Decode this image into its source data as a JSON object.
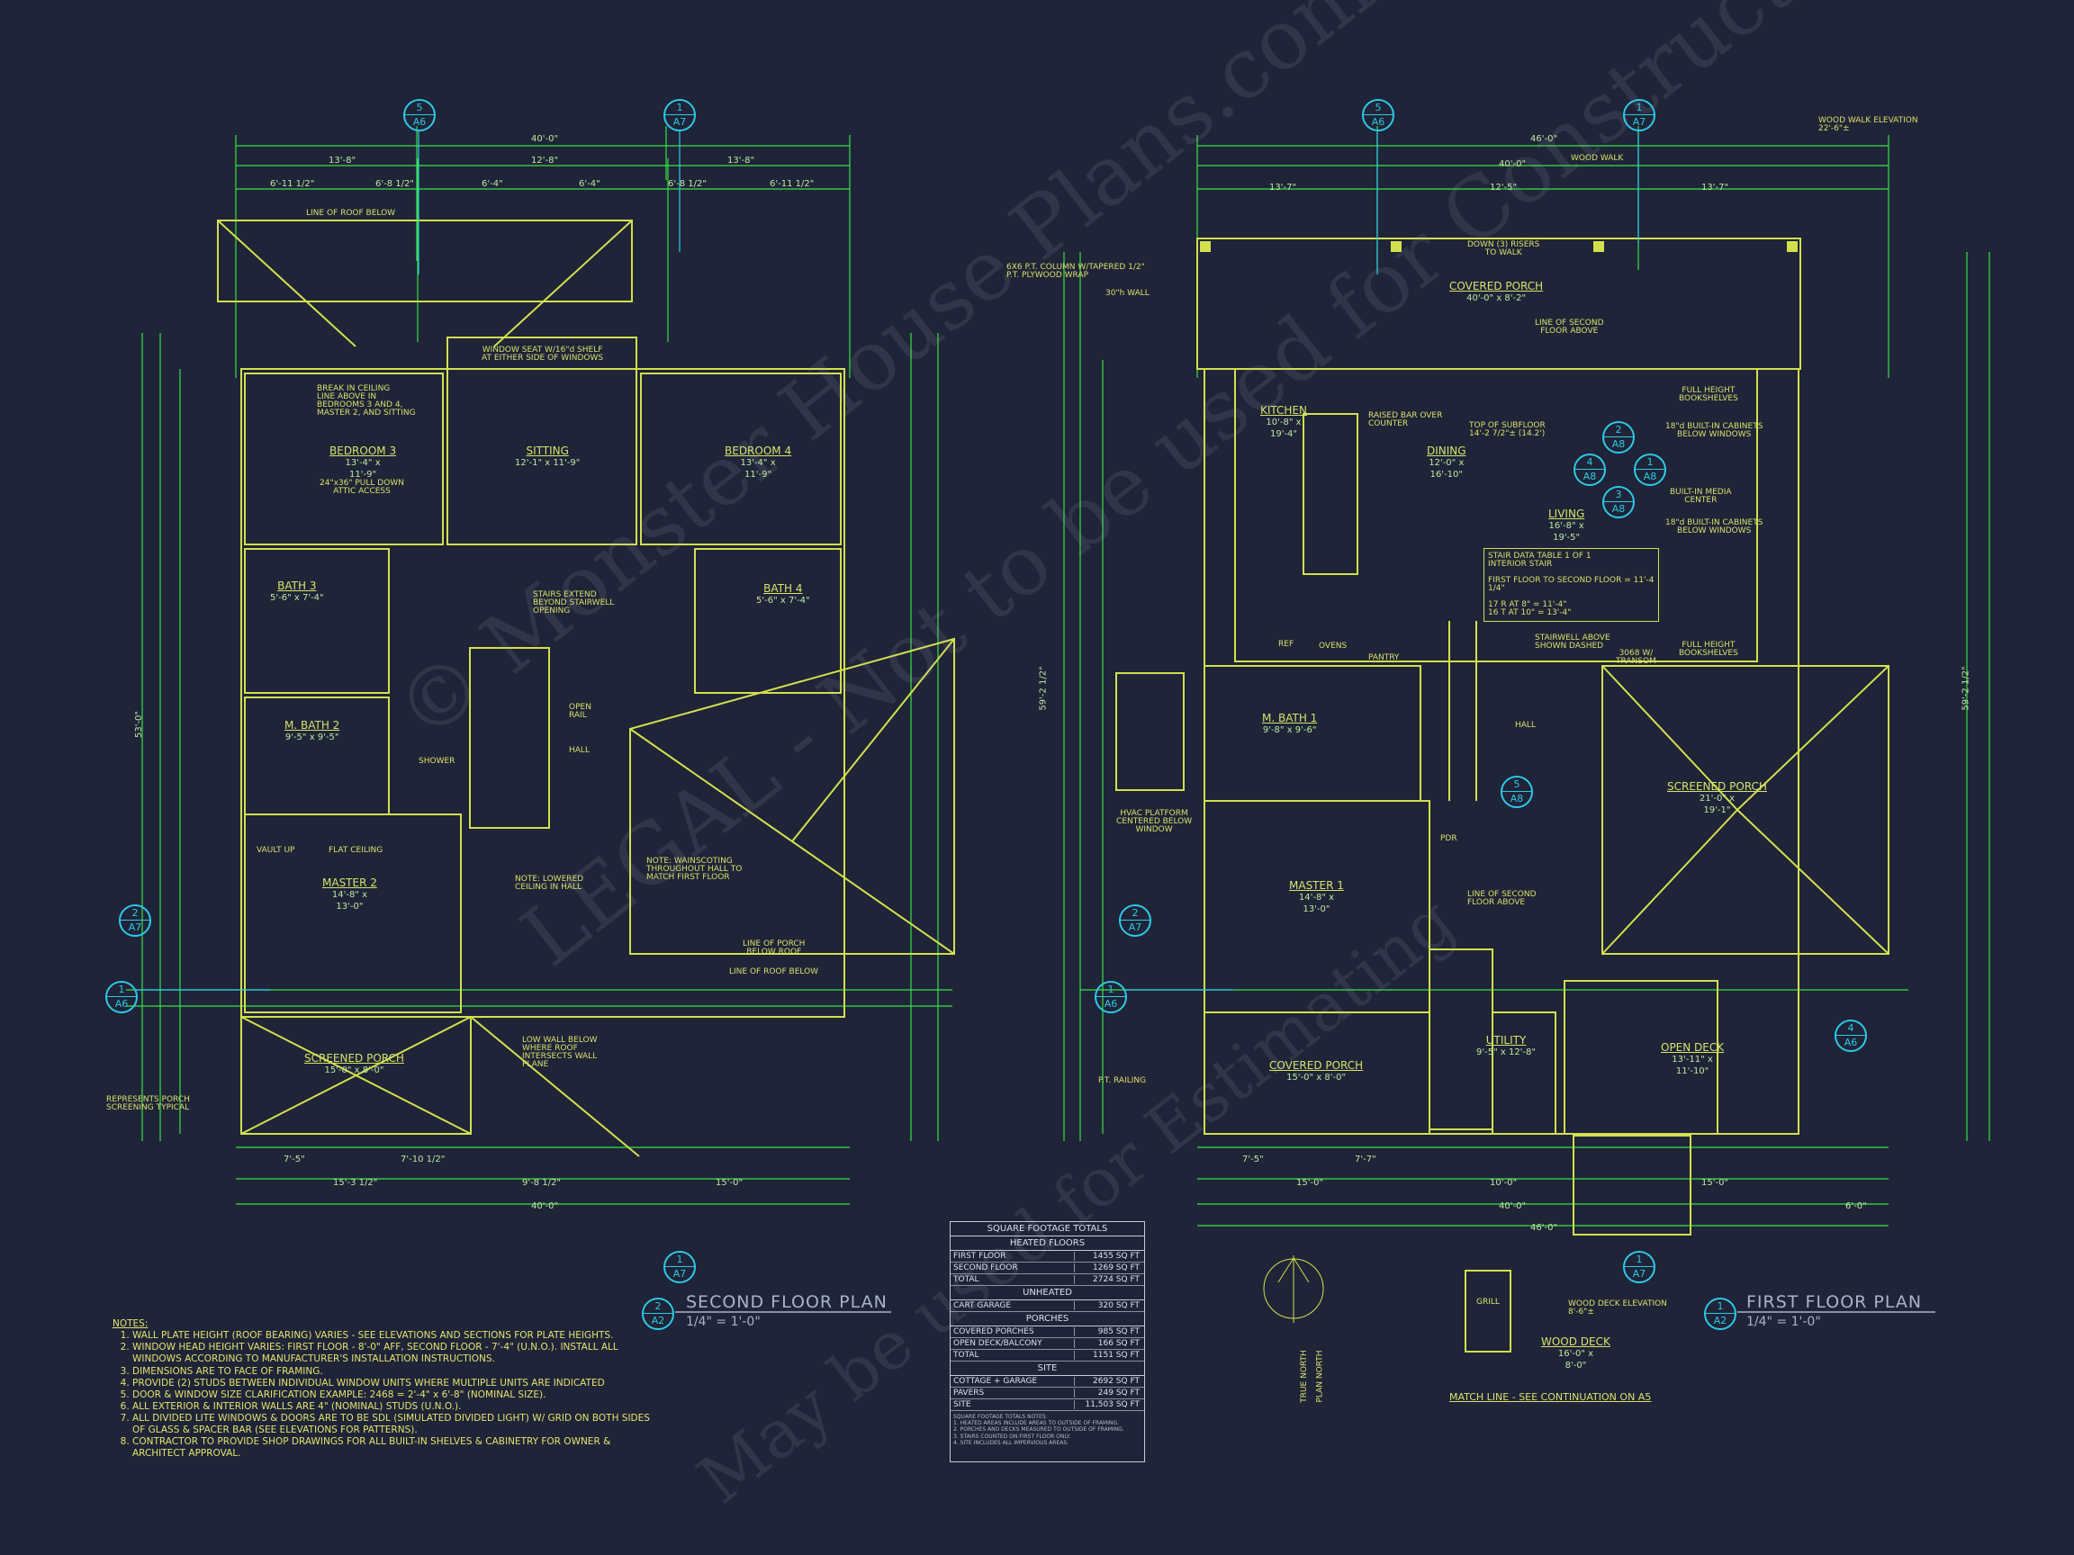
{
  "watermark": {
    "line1": "© Monster House Plans.com",
    "line2": "LEGAL - Not to be used for Construction",
    "line3": "May be used for Estimating"
  },
  "colors": {
    "background": "#1f2438",
    "dim_lines": "#39e046",
    "walls": "#d2e04e",
    "callouts": "#2ec9e6",
    "text": "#a9b3c7"
  },
  "second_floor": {
    "title": "SECOND FLOOR PLAN",
    "scale": "1/4\" = 1'-0\"",
    "callout_num": "2",
    "callout_sheet": "A2",
    "overall_width": "40'-0\"",
    "overall_depth": "53'-0\"",
    "dims_top": [
      "13'-8\"",
      "12'-8\"",
      "13'-8\""
    ],
    "dims_top2": [
      "6'-11 1/2\"",
      "6'-8 1/2\"",
      "6'-4\"",
      "6'-4\"",
      "6'-8 1/2\"",
      "6'-11 1/2\""
    ],
    "dims_bottom": [
      "7'-5\"",
      "7'-10 1/2\"",
      "15'-3 1/2\"",
      "9'-8 1/2\"",
      "15'-0\""
    ],
    "labels": {
      "roof_below": "LINE OF ROOF BELOW",
      "window_seat": "WINDOW SEAT W/16\"d SHELF\nAT EITHER SIDE OF WINDOWS",
      "break_ceiling": "BREAK IN CEILING\nLINE ABOVE IN\nBEDROOMS 3 AND 4,\nMASTER 2, AND SITTING",
      "attic": "24\"x36\" PULL DOWN\nATTIC ACCESS",
      "stairs": "STAIRS EXTEND\nBEYOND STAIRWELL\nOPENING",
      "open_rail": "OPEN\nRAIL",
      "hall": "HALL",
      "wainscot": "NOTE: WAINSCOTING\nTHROUGHOUT HALL TO\nMATCH FIRST FLOOR",
      "lowered": "NOTE: LOWERED\nCEILING IN HALL",
      "porch_roof": "LINE OF PORCH\nBELOW ROOF",
      "low_wall": "LOW WALL BELOW\nWHERE ROOF\nINTERSECTS WALL\nPLANE",
      "screening": "REPRESENTS PORCH\nSCREENING TYPICAL",
      "flat_ceiling": "FLAT CEILING",
      "vault_up": "VAULT UP"
    },
    "rooms": [
      {
        "name": "BEDROOM 3",
        "size": "13'-4\" x\n11'-9\""
      },
      {
        "name": "SITTING",
        "size": "12'-1\" x 11'-9\""
      },
      {
        "name": "BEDROOM 4",
        "size": "13'-4\" x\n11'-9\""
      },
      {
        "name": "BATH 3",
        "size": "5'-6\" x 7'-4\""
      },
      {
        "name": "BATH 4",
        "size": "5'-6\" x 7'-4\""
      },
      {
        "name": "M. BATH 2",
        "size": "9'-5\" x 9'-5\""
      },
      {
        "name": "MASTER 2",
        "size": "14'-8\" x\n13'-0\""
      },
      {
        "name": "SCREENED PORCH",
        "size": "15'-0\" x 8'-0\""
      },
      {
        "name": "SHOWER",
        "size": ""
      }
    ]
  },
  "first_floor": {
    "title": "FIRST FLOOR PLAN",
    "scale": "1/4\" = 1'-0\"",
    "callout_num": "1",
    "callout_sheet": "A2",
    "overall_width": "40'-0\"",
    "overall_width2": "46'-0\"",
    "overall_depth": "59'-2 1/2\"",
    "dims_top": [
      "13'-7\"",
      "12'-5\"",
      "13'-7\""
    ],
    "dims_bottom": [
      "7'-5\"",
      "7'-7\"",
      "15'-0\"",
      "10'-0\"",
      "15'-0\"",
      "6'-0\""
    ],
    "labels": {
      "wood_walk_elev": "WOOD WALK ELEVATION\n22'-6\"±",
      "wood_walk": "WOOD WALK",
      "risers": "DOWN (3) RISERS\nTO WALK",
      "column": "6X6 P.T. COLUMN W/TAPERED 1/2\"\nP.T. PLYWOOD WRAP",
      "wall30": "30\"h WALL",
      "second_above": "LINE OF SECOND\nFLOOR ABOVE",
      "bar_counter": "RAISED BAR OVER\nCOUNTER",
      "subfloor": "TOP OF SUBFLOOR\n14'-2 7/2\"± (14.2')",
      "bookshelves": "FULL HEIGHT\nBOOKSHELVES",
      "builtin_cab": "18\"d BUILT-IN CABINETS\nBELOW WINDOWS",
      "media": "BUILT-IN MEDIA\nCENTER",
      "stair_table": "STAIR DATA TABLE 1 OF 1\nINTERIOR STAIR\n\nFIRST FLOOR TO SECOND FLOOR = 11'-4\n1/4\"\n\n17 R AT 8\" = 11'-4\"\n16 T AT 10\" = 13'-4\"",
      "stairwell": "STAIRWELL ABOVE\nSHOWN DASHED",
      "transom": "3068 W/\nTRANSOM",
      "hvac": "HVAC PLATFORM\nCENTERED BELOW\nWINDOW",
      "pt_railing": "P.T. RAILING",
      "second_floor_above": "LINE OF SECOND\nFLOOR ABOVE",
      "deck_elev": "WOOD DECK ELEVATION\n8'-6\"±",
      "match_line": "MATCH LINE - SEE CONTINUATION ON A5",
      "grill": "GRILL",
      "north": "TRUE NORTH",
      "plan_north": "PLAN NORTH",
      "ref": "REF",
      "ovens": "OVENS",
      "pantry": "PANTRY",
      "hall": "HALL",
      "powder": "PDR"
    },
    "rooms": [
      {
        "name": "KITCHEN",
        "size": "10'-8\" x\n19'-4\""
      },
      {
        "name": "DINING",
        "size": "12'-0\" x\n16'-10\""
      },
      {
        "name": "LIVING",
        "size": "16'-8\" x\n19'-5\""
      },
      {
        "name": "COVERED PORCH",
        "size": "40'-0\" x 8'-2\""
      },
      {
        "name": "M. BATH 1",
        "size": "9'-8\" x 9'-6\""
      },
      {
        "name": "MASTER 1",
        "size": "14'-8\" x\n13'-0\""
      },
      {
        "name": "SCREENED PORCH",
        "size": "21'-0\" x\n19'-1\""
      },
      {
        "name": "UTILITY",
        "size": "9'-5\" x 12'-8\""
      },
      {
        "name": "COVERED PORCH",
        "size": "15'-0\" x 8'-0\""
      },
      {
        "name": "OPEN DECK",
        "size": "13'-11\" x\n11'-10\""
      },
      {
        "name": "WOOD DECK",
        "size": "16'-0\" x\n8'-0\""
      }
    ]
  },
  "callouts": [
    {
      "num": "5",
      "sheet": "A6"
    },
    {
      "num": "1",
      "sheet": "A7"
    },
    {
      "num": "2",
      "sheet": "A7"
    },
    {
      "num": "1",
      "sheet": "A6"
    },
    {
      "num": "1",
      "sheet": "A7"
    },
    {
      "num": "5",
      "sheet": "A6"
    },
    {
      "num": "1",
      "sheet": "A7"
    },
    {
      "num": "2",
      "sheet": "A7"
    },
    {
      "num": "1",
      "sheet": "A6"
    },
    {
      "num": "4",
      "sheet": "A6"
    },
    {
      "num": "1",
      "sheet": "A7"
    },
    {
      "num": "2",
      "sheet": "A8"
    },
    {
      "num": "4",
      "sheet": "A8"
    },
    {
      "num": "1",
      "sheet": "A8"
    },
    {
      "num": "3",
      "sheet": "A8"
    },
    {
      "num": "5",
      "sheet": "A8"
    }
  ],
  "notes": {
    "heading": "NOTES:",
    "items": [
      "WALL PLATE HEIGHT (ROOF BEARING) VARIES - SEE ELEVATIONS AND SECTIONS FOR PLATE HEIGHTS.",
      "WINDOW HEAD HEIGHT VARIES: FIRST FLOOR - 8'-0\" AFF, SECOND FLOOR - 7'-4\" (U.N.O.). INSTALL ALL WINDOWS ACCORDING TO MANUFACTURER'S INSTALLATION INSTRUCTIONS.",
      "DIMENSIONS ARE TO FACE OF FRAMING.",
      "PROVIDE (2) STUDS BETWEEN INDIVIDUAL WINDOW UNITS WHERE MULTIPLE UNITS ARE INDICATED",
      "DOOR & WINDOW SIZE CLARIFICATION EXAMPLE: 2468 = 2'-4\" x 6'-8\" (NOMINAL SIZE).",
      "ALL EXTERIOR & INTERIOR WALLS ARE 4\" (NOMINAL) STUDS (U.N.O.).",
      "ALL DIVIDED LITE WINDOWS & DOORS ARE TO BE SDL (SIMULATED DIVIDED LIGHT) W/ GRID ON BOTH SIDES OF GLASS & SPACER BAR (SEE ELEVATIONS FOR PATTERNS).",
      "CONTRACTOR TO PROVIDE SHOP DRAWINGS FOR ALL BUILT-IN SHELVES & CABINETRY FOR OWNER & ARCHITECT APPROVAL."
    ]
  },
  "sqft": {
    "title": "SQUARE FOOTAGE TOTALS",
    "sections": [
      {
        "name": "HEATED FLOORS",
        "rows": [
          [
            "FIRST FLOOR",
            "1455 SQ FT"
          ],
          [
            "SECOND FLOOR",
            "1269 SQ FT"
          ],
          [
            "TOTAL",
            "2724 SQ FT"
          ]
        ]
      },
      {
        "name": "UNHEATED",
        "rows": [
          [
            "CART GARAGE",
            "320 SQ FT"
          ]
        ]
      },
      {
        "name": "PORCHES",
        "rows": [
          [
            "COVERED PORCHES",
            "985 SQ FT"
          ],
          [
            "OPEN DECK/BALCONY",
            "166 SQ FT"
          ],
          [
            "TOTAL",
            "1151 SQ FT"
          ]
        ]
      },
      {
        "name": "SITE",
        "rows": [
          [
            "COTTAGE + GARAGE",
            "2692 SQ FT"
          ],
          [
            "PAVERS",
            "249 SQ FT"
          ],
          [
            "SITE",
            "11,503 SQ FT"
          ]
        ]
      }
    ],
    "footnote": "SQUARE FOOTAGE TOTALS NOTES:\n1. HEATED AREAS INCLUDE AREAS TO OUTSIDE OF FRAMING.\n2. PORCHES AND DECKS MEASURED TO OUTSIDE OF FRAMING.\n3. STAIRS COUNTED ON FIRST FLOOR ONLY.\n4. SITE INCLUDES ALL IMPERVIOUS AREAS."
  }
}
